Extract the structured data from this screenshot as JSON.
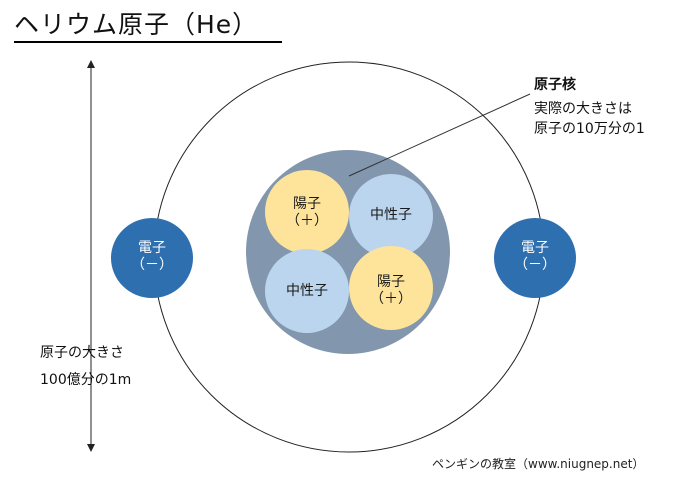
{
  "title": "ヘリウム原子（He）",
  "nucleus_callout": {
    "title": "原子核",
    "line1": "実際の大きさは",
    "line2": "原子の10万分の1"
  },
  "atom_size": {
    "line1": "原子の大きさ",
    "line2": "100億分の1m"
  },
  "electron_left": {
    "label": "電子",
    "charge": "（－）"
  },
  "electron_right": {
    "label": "電子",
    "charge": "（－）"
  },
  "proton_top": {
    "label": "陽子",
    "charge": "（＋）"
  },
  "proton_bottom": {
    "label": "陽子",
    "charge": "（＋）"
  },
  "neutron_top": {
    "label": "中性子"
  },
  "neutron_bottom": {
    "label": "中性子"
  },
  "footer": "ペンギンの教室（www.niugnep.net）",
  "colors": {
    "electron": "#2e6fb0",
    "nucleus": "#8296ad",
    "proton": "#fde49a",
    "neutron": "#bcd5ee",
    "orbit": "#222222"
  }
}
